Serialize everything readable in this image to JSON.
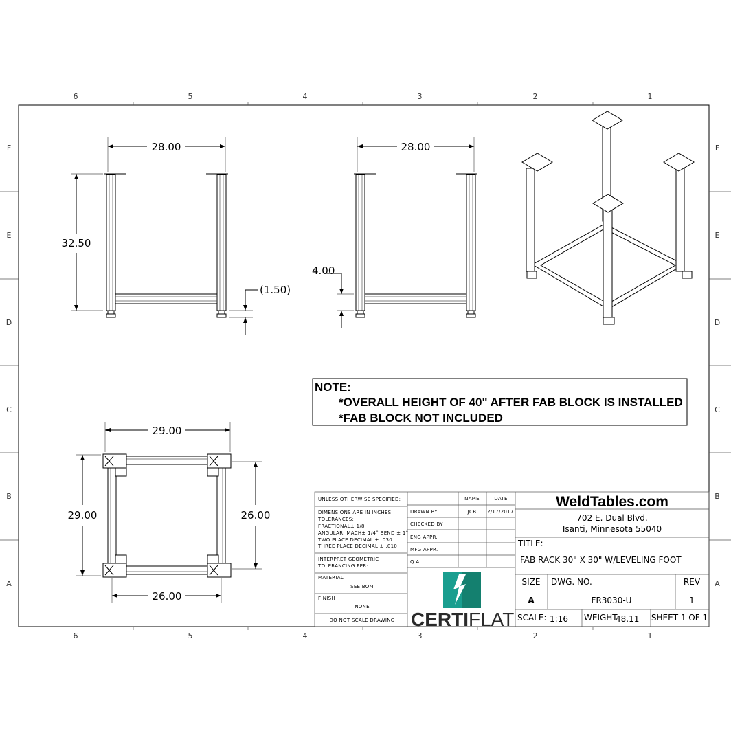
{
  "zones": {
    "columns": [
      "6",
      "5",
      "4",
      "3",
      "2",
      "1"
    ],
    "rows": [
      "F",
      "E",
      "D",
      "C",
      "B",
      "A"
    ]
  },
  "front_view": {
    "width_dim": "28.00",
    "height_dim": "32.50",
    "foot_dim": "(1.50)"
  },
  "side_view": {
    "width_dim": "28.00",
    "rail_dim": "4.00"
  },
  "top_view": {
    "top_dim": "29.00",
    "left_dim": "29.00",
    "right_dim": "26.00",
    "bottom_dim": "26.00"
  },
  "note": {
    "heading": "NOTE:",
    "lines": [
      "*OVERALL HEIGHT OF 40\"  AFTER FAB BLOCK IS INSTALLED",
      "*FAB BLOCK NOT INCLUDED"
    ]
  },
  "title_block": {
    "unless": "UNLESS OTHERWISE SPECIFIED:",
    "dims": [
      "DIMENSIONS ARE IN INCHES",
      "TOLERANCES:",
      "FRACTIONAL± 1/8",
      "ANGULAR: MACH± 1/4° BEND ± 1°",
      "TWO PLACE DECIMAL   ± .030",
      "THREE PLACE DECIMAL  ± .010"
    ],
    "interpret": [
      "INTERPRET GEOMETRIC",
      "TOLERANCING PER:"
    ],
    "material_label": "MATERIAL",
    "material_value": "SEE BOM",
    "finish_label": "FINISH",
    "finish_value": "NONE",
    "do_not_scale": "DO NOT SCALE DRAWING",
    "name_header": "NAME",
    "date_header": "DATE",
    "rows": [
      {
        "label": "DRAWN BY",
        "name": "JCB",
        "date": "2/17/2017"
      },
      {
        "label": "CHECKED BY",
        "name": "",
        "date": ""
      },
      {
        "label": "ENG APPR.",
        "name": "",
        "date": ""
      },
      {
        "label": "MFG APPR.",
        "name": "",
        "date": ""
      },
      {
        "label": "Q.A.",
        "name": "",
        "date": ""
      }
    ],
    "logo_text_bold": "CERTI",
    "logo_text_light": "FLAT",
    "logo_color": "#1a9e8f",
    "company": "WeldTables.com",
    "address1": "702 E. Dual Blvd.",
    "address2": "Isanti, Minnesota 55040",
    "title_label": "TITLE:",
    "title": "FAB RACK 30\" X 30\" W/LEVELING FOOT",
    "size_label": "SIZE",
    "size": "A",
    "dwg_label": "DWG.  NO.",
    "dwg_no": "FR3030-U",
    "rev_label": "REV",
    "rev": "1",
    "scale_label": "SCALE:",
    "scale": "1:16",
    "weight_label": "WEIGHT:",
    "weight": "48.11",
    "sheet": "SHEET 1 OF 1"
  }
}
